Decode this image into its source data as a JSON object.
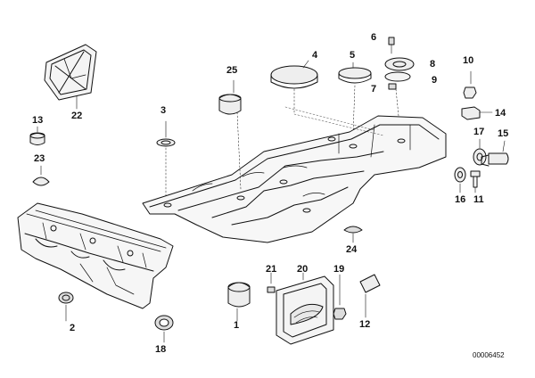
{
  "diagram": {
    "document_number": "00006452",
    "highlight_color": "#e0156a",
    "callouts": {
      "c1": "1",
      "c2": "2",
      "c3": "3",
      "c4": "4",
      "c5": "5",
      "c6": "6",
      "c7": "7",
      "c8": "8",
      "c9": "9",
      "c10": "10",
      "c11": "11",
      "c12": "12",
      "c13": "13",
      "c14": "14",
      "c15": "15",
      "c16": "16",
      "c17": "17",
      "c18": "18",
      "c19": "19",
      "c20": "20",
      "c21": "21",
      "c22": "22",
      "c23": "23",
      "c24": "24",
      "c25": "25"
    },
    "highlighted_part": "18"
  }
}
